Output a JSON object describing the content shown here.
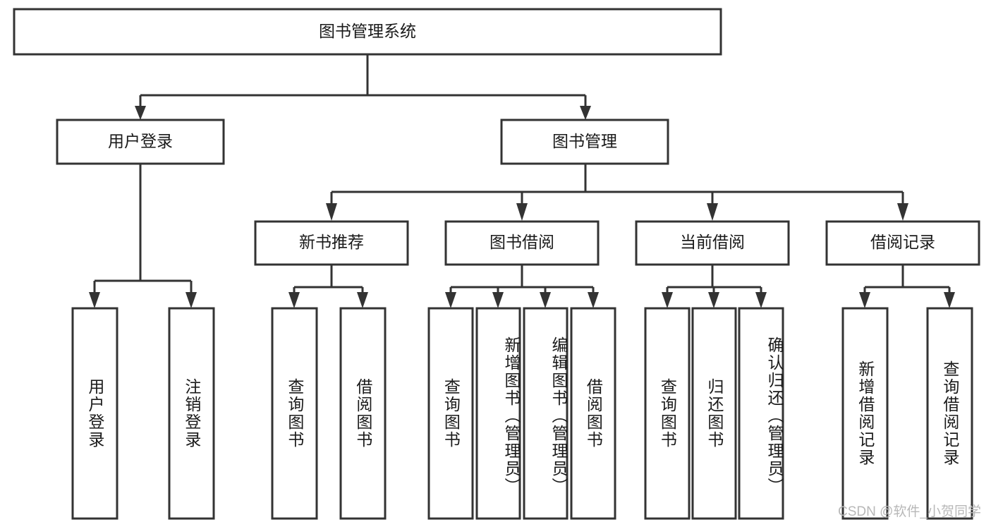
{
  "diagram": {
    "title": "图书管理系统",
    "type": "tree",
    "watermark": "CSDN @软件_小贺同学",
    "colors": {
      "stroke": "#333333",
      "fill": "#ffffff",
      "text": "#1a1a1a",
      "watermark": "#b8b8b8"
    },
    "root": {
      "label": "图书管理系统"
    },
    "level2": [
      {
        "label": "用户登录"
      },
      {
        "label": "图书管理"
      }
    ],
    "level3": [
      {
        "label": "新书推荐"
      },
      {
        "label": "图书借阅"
      },
      {
        "label": "当前借阅"
      },
      {
        "label": "借阅记录"
      }
    ],
    "leaves": {
      "user_login": [
        {
          "label": "用户登录"
        },
        {
          "label": "注销登录"
        }
      ],
      "new_book_recommend": [
        {
          "label": "查询图书"
        },
        {
          "label": "借阅图书"
        }
      ],
      "book_borrow": [
        {
          "label": "查询图书"
        },
        {
          "label": "新增图书（管理员）"
        },
        {
          "label": "编辑图书（管理员）"
        },
        {
          "label": "借阅图书"
        }
      ],
      "current_borrow": [
        {
          "label": "查询图书"
        },
        {
          "label": "归还图书"
        },
        {
          "label": "确认归还（管理员）"
        }
      ],
      "borrow_record": [
        {
          "label": "新增借阅记录"
        },
        {
          "label": "查询借阅记录"
        }
      ]
    }
  }
}
